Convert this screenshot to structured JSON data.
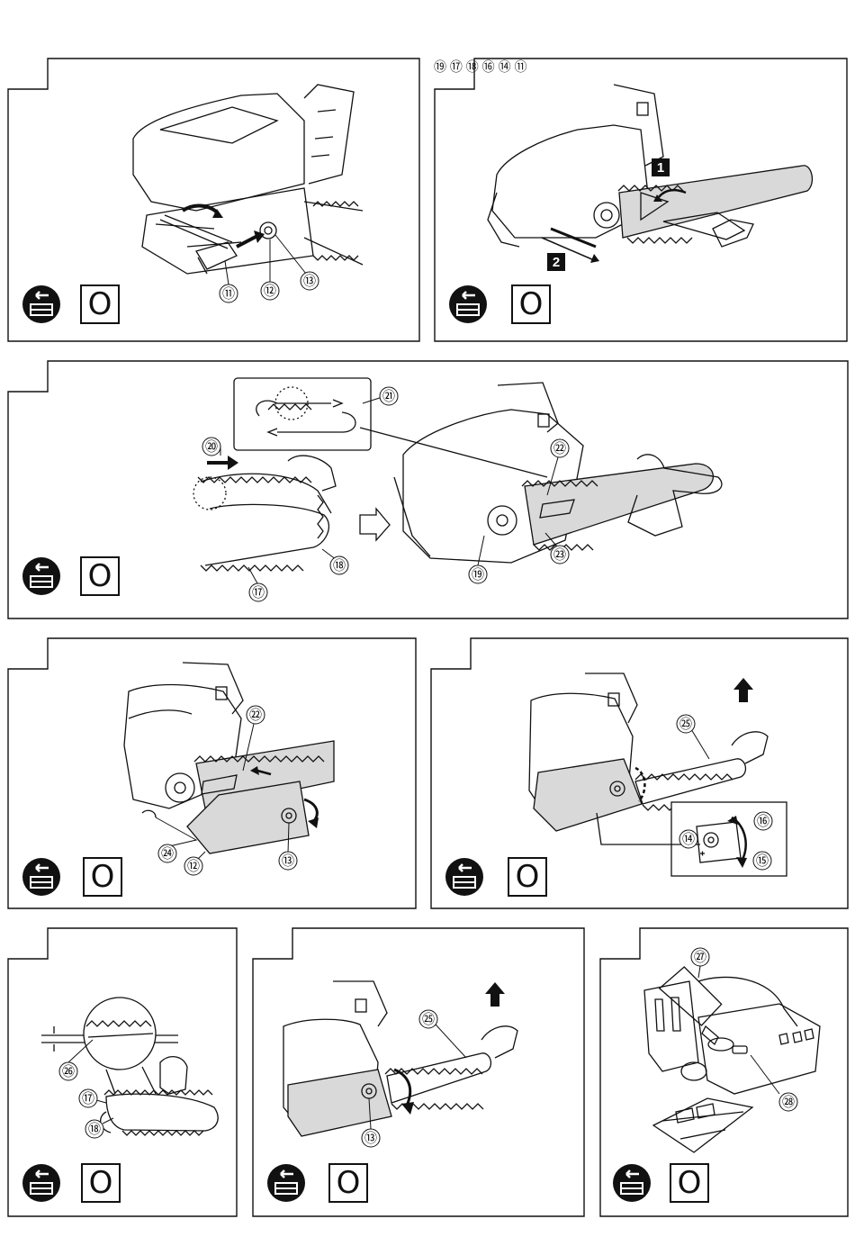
{
  "panels": [
    {
      "callouts": [
        "⑪",
        "⑫",
        "⑬"
      ],
      "mode_symbol": "O"
    },
    {
      "callouts": [
        "⑲",
        "⑰",
        "⑱",
        "⑯",
        "⑭",
        "⑪"
      ],
      "steps": [
        "1",
        "2"
      ],
      "mode_symbol": "O"
    },
    {
      "callouts": [
        "㉑",
        "⑳",
        "㉒",
        "⑱",
        "⑰",
        "⑲",
        "㉓"
      ],
      "mode_symbol": "O"
    },
    {
      "callouts": [
        "㉒",
        "㉔",
        "⑫",
        "⑬"
      ],
      "mode_symbol": "O"
    },
    {
      "callouts": [
        "㉕",
        "⑯",
        "⑭",
        "⑮"
      ],
      "mode_symbol": "O"
    },
    {
      "callouts": [
        "㉖",
        "⑰",
        "⑱"
      ],
      "mode_symbol": "O"
    },
    {
      "callouts": [
        "㉕",
        "⑬"
      ],
      "mode_symbol": "O"
    },
    {
      "callouts": [
        "㉗",
        "㉘"
      ],
      "mode_symbol": "O"
    }
  ],
  "icons": {
    "battery_remove": "battery-remove-icon",
    "arrow": "direction-arrow-icon"
  },
  "colors": {
    "ink": "#111111",
    "bar_fill": "#d9d9d9",
    "background": "#ffffff"
  }
}
